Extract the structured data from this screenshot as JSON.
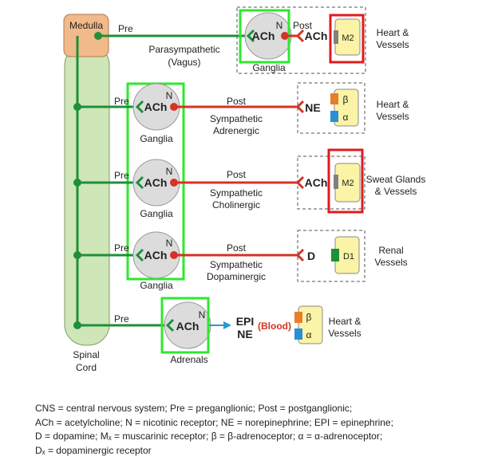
{
  "cns": {
    "medulla": "Medulla",
    "spinal_line1": "Spinal",
    "spinal_line2": "Cord"
  },
  "parasympathetic": {
    "pre": "Pre",
    "post": "Post",
    "name_line1": "Parasympathetic",
    "name_line2": "(Vagus)",
    "ganglion_label": "Ganglia",
    "ganglion_nt": "ACh",
    "ganglion_receptor": "N",
    "post_nt": "ACh",
    "target_receptor": "M2",
    "target_line1": "Heart &",
    "target_line2": "Vessels"
  },
  "sympathetic_adrenergic": {
    "pre": "Pre",
    "post": "Post",
    "name_line1": "Sympathetic",
    "name_line2": "Adrenergic",
    "ganglion_label": "Ganglia",
    "ganglion_nt": "ACh",
    "ganglion_receptor": "N",
    "post_nt": "NE",
    "receptor_beta": "β",
    "receptor_alpha": "α",
    "target_line1": "Heart &",
    "target_line2": "Vessels"
  },
  "sympathetic_cholinergic": {
    "pre": "Pre",
    "post": "Post",
    "name_line1": "Sympathetic",
    "name_line2": "Cholinergic",
    "ganglion_label": "Ganglia",
    "ganglion_nt": "ACh",
    "ganglion_receptor": "N",
    "post_nt": "ACh",
    "target_receptor": "M2",
    "target_line1": "Sweat Glands",
    "target_line2": "& Vessels"
  },
  "sympathetic_dopaminergic": {
    "pre": "Pre",
    "post": "Post",
    "name_line1": "Sympathetic",
    "name_line2": "Dopaminergic",
    "ganglion_label": "Ganglia",
    "ganglion_nt": "ACh",
    "ganglion_receptor": "N",
    "post_nt": "D",
    "target_receptor": "D1",
    "target_line1": "Renal",
    "target_line2": "Vessels"
  },
  "adrenal": {
    "pre": "Pre",
    "label": "Adrenals",
    "nt": "ACh",
    "receptor": "N",
    "release_line1": "EPI",
    "release_line2": "NE",
    "route": "(Blood)",
    "receptor_beta": "β",
    "receptor_alpha": "α",
    "target_line1": "Heart &",
    "target_line2": "Vessels"
  },
  "legend": [
    "CNS = central nervous system; Pre = preganglionic; Post = postganglionic;",
    "ACh = acetylcholine; N = nicotinic receptor; NE = norepinephrine; EPI = epinephrine;",
    "D = dopamine; Mₓ = muscarinic receptor; β = β-adrenoceptor; α = α-adrenoceptor;",
    "Dₓ = dopaminergic receptor"
  ],
  "colors": {
    "preganglionic": "#1f8f3a",
    "postganglionic": "#d63324",
    "highlight_green": "#2ee82e",
    "highlight_red": "#e01b1b",
    "medulla_fill": "#f2b98a",
    "spinal_fill": "#cfe6b8",
    "effector_fill": "#fbf3a6",
    "ganglion_fill": "#dcdcdc",
    "beta_receptor": "#e87d2a",
    "alpha_receptor": "#2a8fd6",
    "d1_receptor": "#1f8f3a",
    "m2_receptor": "#808080",
    "blood_text": "#d63324",
    "arrow_blue": "#2a9ad6"
  }
}
